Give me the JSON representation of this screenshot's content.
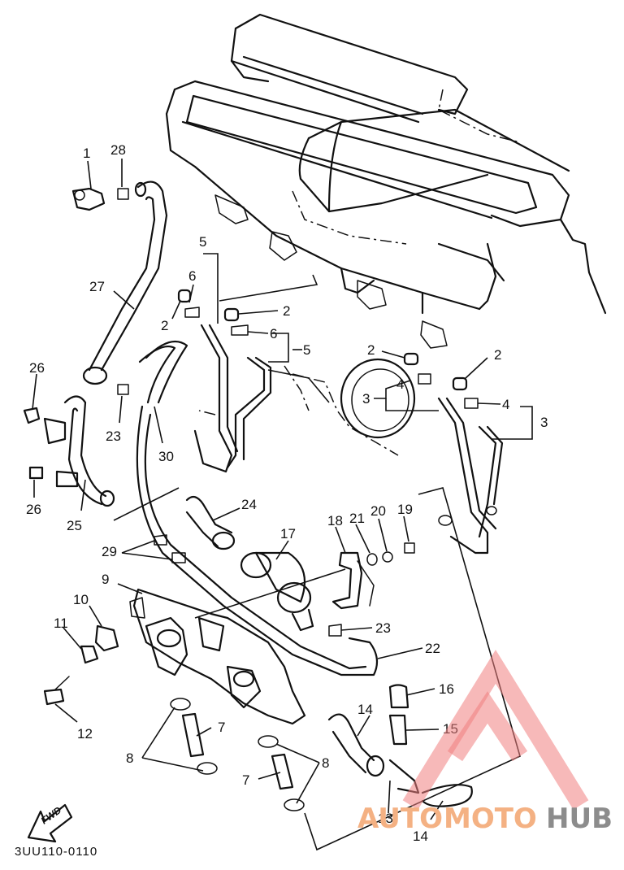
{
  "drawing_code": "3UU110-0110",
  "fwd_label": "FWD",
  "watermark": {
    "text_auto": "AUTO",
    "text_moto": "MOTO",
    "text_hub": "HUB",
    "color_red": "#f08080",
    "color_orange": "#f4b183",
    "color_gray": "#8c8c8c"
  },
  "callouts": {
    "c1": "1",
    "c2a": "2",
    "c2b": "2",
    "c2c": "2",
    "c2d": "2",
    "c3a": "3",
    "c3b": "3",
    "c4a": "4",
    "c4b": "4",
    "c5a": "5",
    "c5b": "5",
    "c6a": "6",
    "c6b": "6",
    "c7a": "7",
    "c7b": "7",
    "c8a": "8",
    "c8b": "8",
    "c9": "9",
    "c10": "10",
    "c11": "11",
    "c12": "12",
    "c13": "13",
    "c14a": "14",
    "c14b": "14",
    "c15": "15",
    "c16": "16",
    "c17": "17",
    "c18": "18",
    "c19": "19",
    "c20": "20",
    "c21": "21",
    "c22": "22",
    "c23a": "23",
    "c23b": "23",
    "c24": "24",
    "c25": "25",
    "c26a": "26",
    "c26b": "26",
    "c27": "27",
    "c28": "28",
    "c29": "29",
    "c30": "30"
  }
}
